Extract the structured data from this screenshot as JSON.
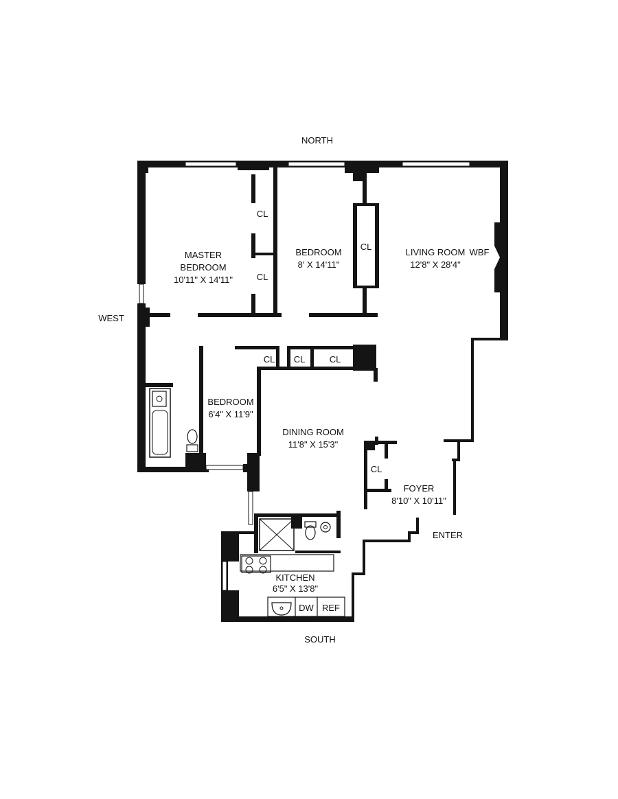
{
  "compass": {
    "north": "NORTH",
    "south": "SOUTH",
    "west": "WEST",
    "enter": "ENTER"
  },
  "rooms": {
    "master_bedroom": {
      "name_line1": "MASTER",
      "name_line2": "BEDROOM",
      "dims": "10'11\" X 14'11\""
    },
    "bedroom_north": {
      "name": "BEDROOM",
      "dims": "8' X 14'11\""
    },
    "living_room": {
      "name": "LIVING ROOM",
      "dims": "12'8\" X 28'4\""
    },
    "bedroom_small": {
      "name": "BEDROOM",
      "dims": "6'4\" X 11'9\""
    },
    "dining_room": {
      "name": "DINING ROOM",
      "dims": "11'8\" X 15'3\""
    },
    "foyer": {
      "name": "FOYER",
      "dims": "8'10\" X 10'11\""
    },
    "kitchen": {
      "name": "KITCHEN",
      "dims": "6'5\" X 13'8\""
    }
  },
  "fixtures": {
    "closet": "CL",
    "fireplace": "WBF",
    "dishwasher": "DW",
    "refrigerator": "REF"
  }
}
